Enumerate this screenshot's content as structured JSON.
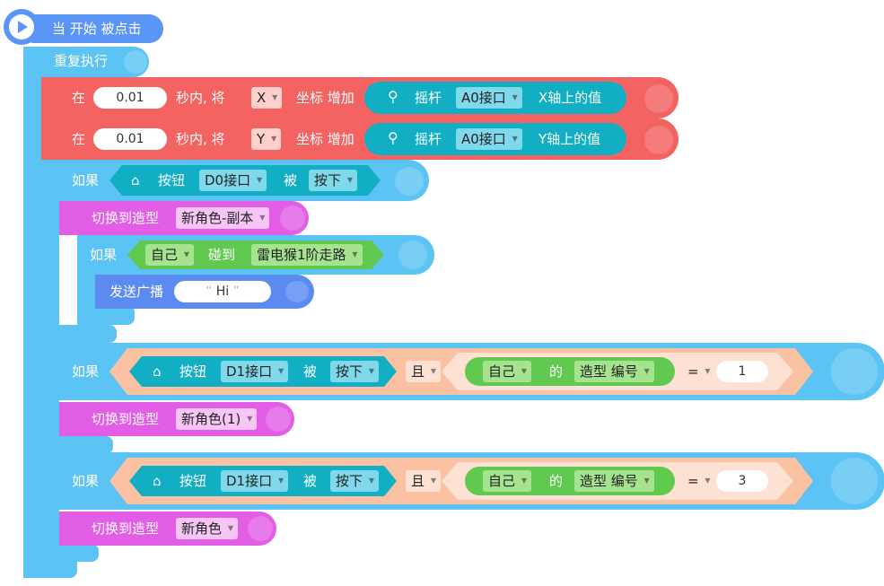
{
  "colors": {
    "event": "#5b95f6",
    "control": "#5cc4f5",
    "motion": "#f26361",
    "looks": "#e25ee7",
    "sensing": "#12afc4",
    "operator": "#fbc1a3",
    "sense_touch": "#62c950",
    "broadcast": "#5b8bf0"
  },
  "hat": {
    "icon": "play-icon",
    "label": "当 开始 被点击"
  },
  "forever": {
    "label": "重复执行",
    "icon": "gamepad-icon"
  },
  "motion_x": {
    "prefix": "在",
    "seconds": "0.01",
    "mid": "秒内, 将",
    "axis": "X",
    "suffix": "坐标 增加",
    "joystick_icon": "joystick-icon",
    "joystick": "摇杆",
    "port": "A0接口",
    "axis_value": "X轴上的值"
  },
  "motion_y": {
    "prefix": "在",
    "seconds": "0.01",
    "mid": "秒内, 将",
    "axis": "Y",
    "suffix": "坐标 增加",
    "joystick_icon": "joystick-icon",
    "joystick": "摇杆",
    "port": "A0接口",
    "axis_value": "Y轴上的值"
  },
  "if1": {
    "label": "如果",
    "button": "按钮",
    "port": "D0接口",
    "by": "被",
    "state": "按下",
    "switch_label": "切换到造型",
    "costume": "新角色-副本",
    "inner_if": {
      "label": "如果",
      "self": "自己",
      "touch": "碰到",
      "target": "雷电猴1阶走路"
    },
    "broadcast": {
      "label": "发送广播",
      "message": "Hi"
    }
  },
  "if2": {
    "label": "如果",
    "button": "按钮",
    "port": "D1接口",
    "by": "被",
    "state": "按下",
    "and": "且",
    "self": "自己",
    "of": "的",
    "attr": "造型 编号",
    "op": "=",
    "value": "1",
    "switch_label": "切换到造型",
    "costume": "新角色(1)"
  },
  "if3": {
    "label": "如果",
    "button": "按钮",
    "port": "D1接口",
    "by": "被",
    "state": "按下",
    "and": "且",
    "self": "自己",
    "of": "的",
    "attr": "造型 编号",
    "op": "=",
    "value": "3",
    "switch_label": "切换到造型",
    "costume": "新角色"
  }
}
